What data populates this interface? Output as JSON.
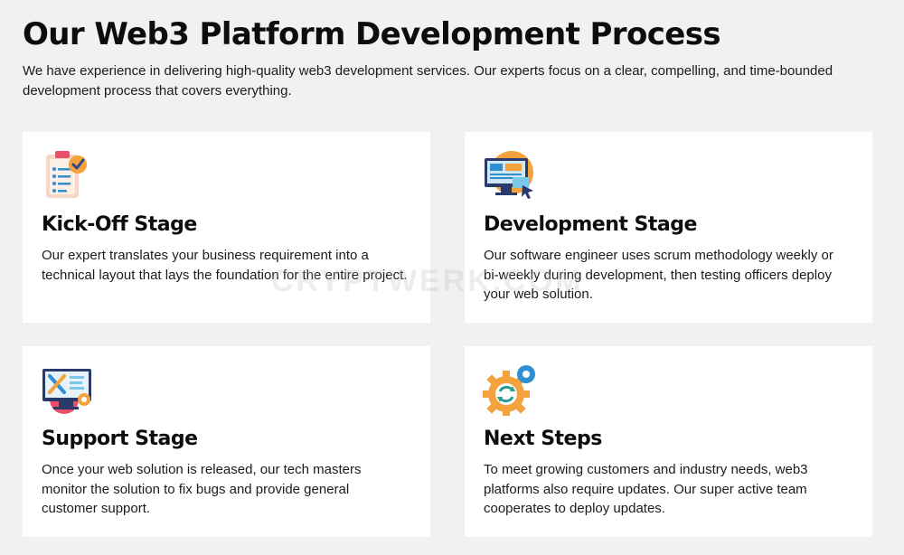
{
  "header": {
    "title": "Our Web3 Platform Development Process",
    "intro": "We have experience in delivering high-quality web3 development services. Our experts focus on a clear, compelling, and time-bounded development process that covers everything."
  },
  "cards": [
    {
      "icon": "checklist-clipboard-icon",
      "title": "Kick-Off Stage",
      "text": "Our expert translates your business requirement into a technical layout that lays the foundation for the entire project."
    },
    {
      "icon": "monitor-cursor-icon",
      "title": "Development Stage",
      "text": "Our software engineer uses scrum methodology weekly or bi-weekly during development, then testing officers deploy your web solution."
    },
    {
      "icon": "monitor-tools-icon",
      "title": "Support Stage",
      "text": "Once your web solution is released, our tech masters monitor the solution to fix bugs and provide general customer support."
    },
    {
      "icon": "gear-refresh-icon",
      "title": "Next Steps",
      "text": "To meet growing customers and industry needs, web3 platforms also require updates. Our super active team cooperates to deploy updates."
    }
  ],
  "watermark": "CRYPTWERK.COM",
  "colors": {
    "background": "#f1f1f1",
    "card": "#ffffff",
    "accent_orange": "#f4a23c",
    "accent_blue": "#2f8fd0",
    "accent_pink": "#e8506a"
  }
}
